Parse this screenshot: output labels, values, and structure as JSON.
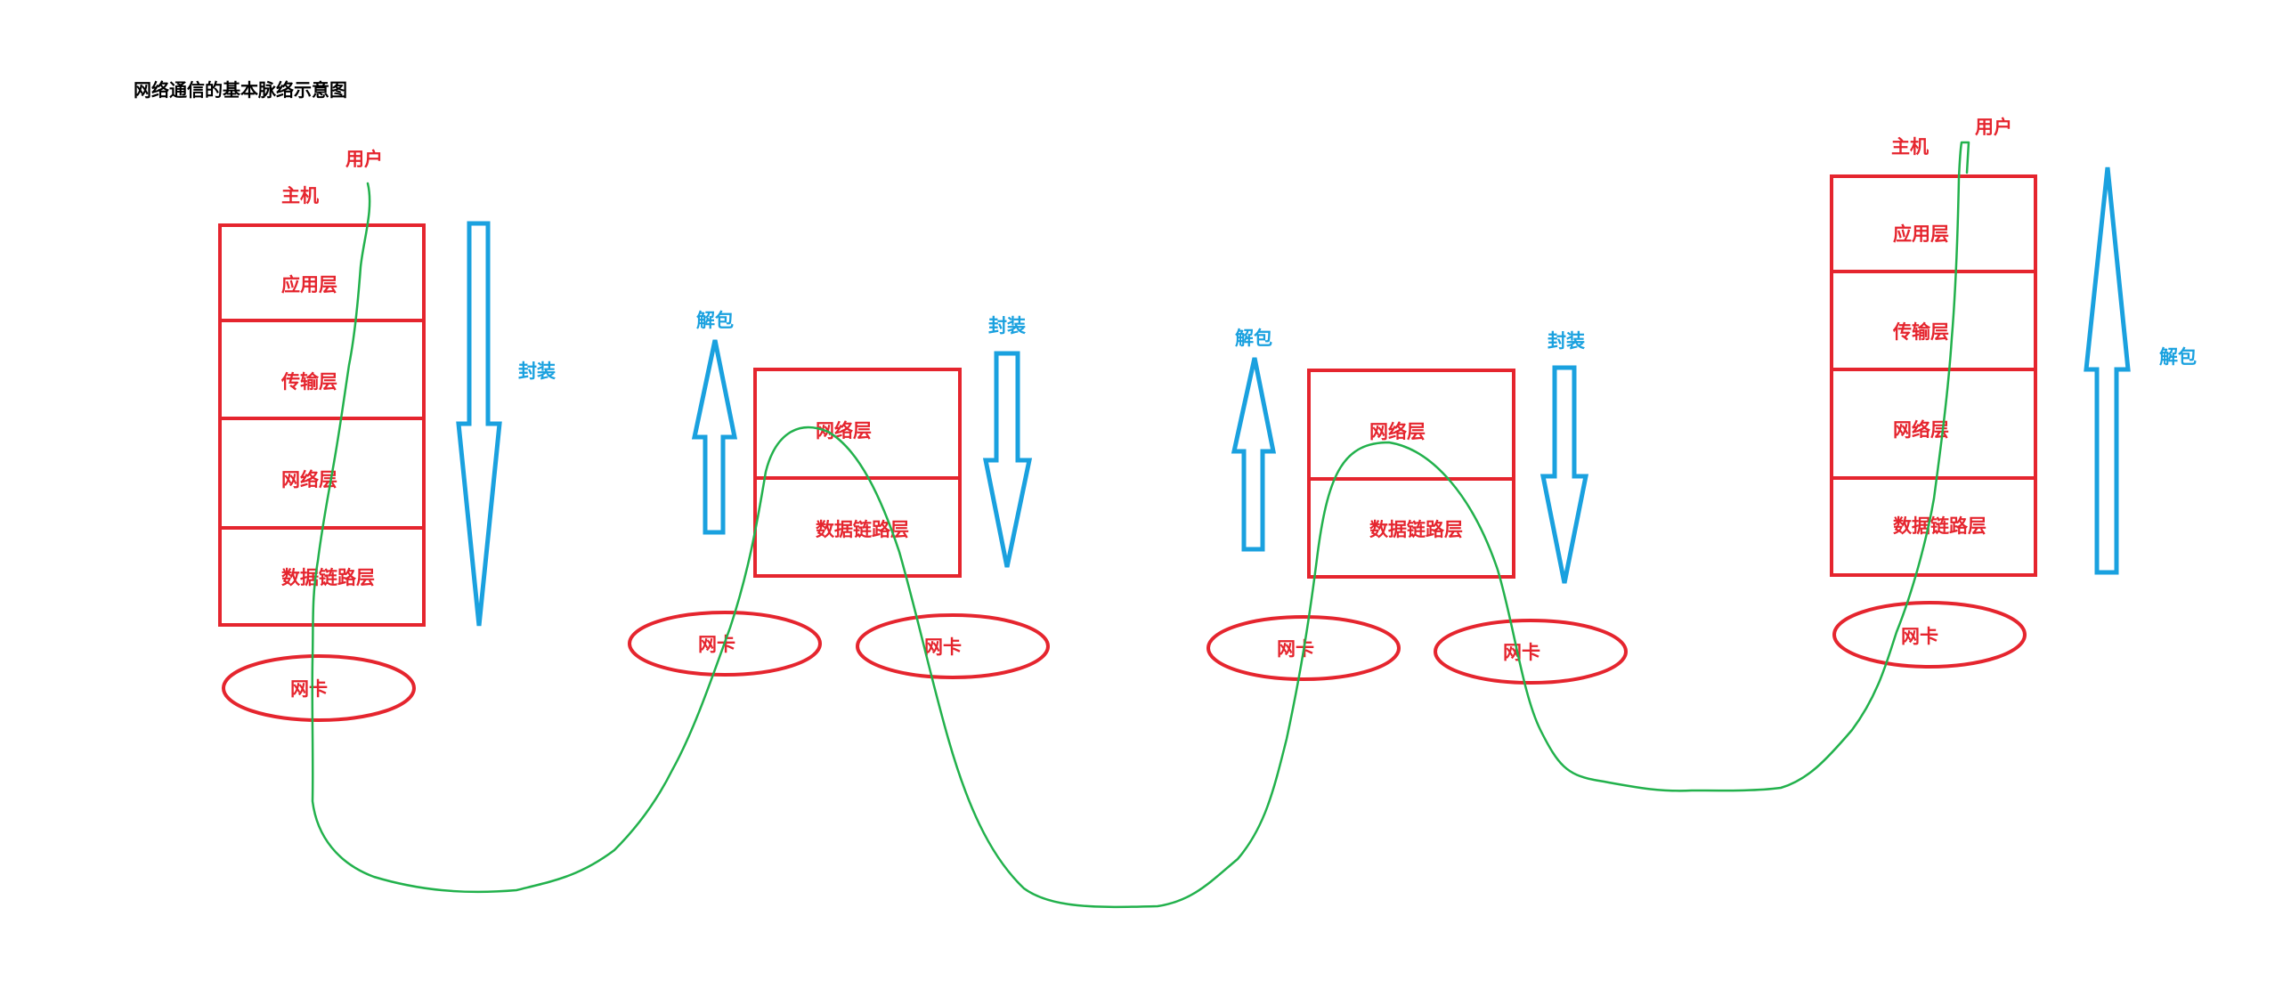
{
  "title": "网络通信的基本脉络示意图",
  "colors": {
    "stack": "#e5252e",
    "arrow": "#1aa1df",
    "path": "#22b14c",
    "background": "#ffffff"
  },
  "host_left": {
    "user_label": "用户",
    "host_label": "主机",
    "layers": [
      "应用层",
      "传输层",
      "网络层",
      "数据链路层"
    ],
    "nic": "网卡",
    "arrow_label": "封装",
    "arrow_direction": "down"
  },
  "router_1": {
    "layers": [
      "网络层",
      "数据链路层"
    ],
    "nic_in": "网卡",
    "nic_out": "网卡",
    "unpack_label": "解包",
    "pack_label": "封装"
  },
  "router_2": {
    "layers": [
      "网络层",
      "数据链路层"
    ],
    "nic_in": "网卡",
    "nic_out": "网卡",
    "unpack_label": "解包",
    "pack_label": "封装"
  },
  "host_right": {
    "user_label": "用户",
    "host_label": "主机",
    "layers": [
      "应用层",
      "传输层",
      "网络层",
      "数据链路层"
    ],
    "nic": "网卡",
    "arrow_label": "解包",
    "arrow_direction": "up"
  }
}
